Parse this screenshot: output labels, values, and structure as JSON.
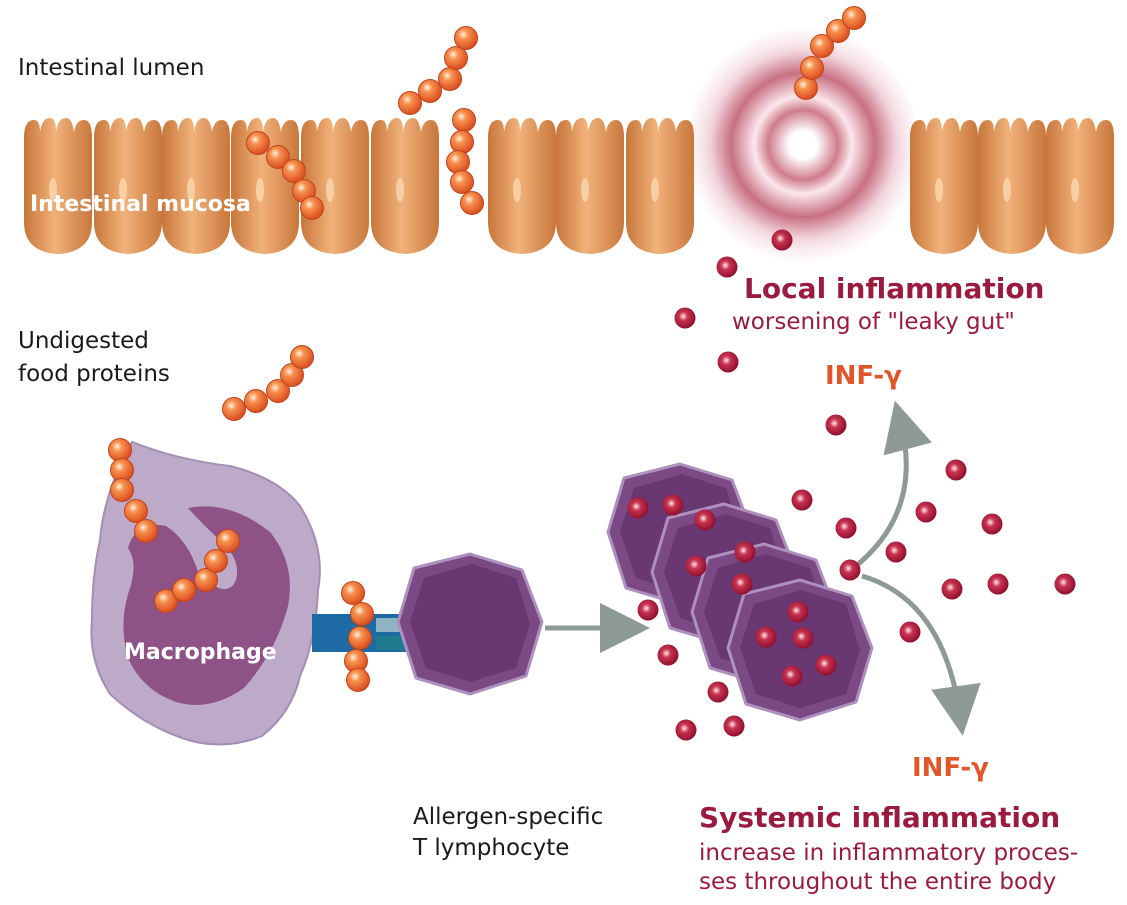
{
  "labels": {
    "lumen": "Intestinal lumen",
    "mucosa": "Intestinal mucosa",
    "undigested_1": "Undigested",
    "undigested_2": "food proteins",
    "macrophage": "Macrophage",
    "tcell_1": "Allergen-specific",
    "tcell_2": "T lymphocyte",
    "local_title": "Local inflammation",
    "local_sub": "worsening of \"leaky gut\"",
    "inf_top": "INF-γ",
    "inf_bottom": "INF-γ",
    "systemic_title": "Systemic inflammation",
    "systemic_sub_1": "increase in inflammatory proces-",
    "systemic_sub_2": "ses throughout the entire body"
  },
  "colors": {
    "mucosa_cell": "#e09a5a",
    "protein_bead": "#ef6a2a",
    "macrophage_outer": "#bcaac8",
    "macrophage_inner": "#8e5286",
    "t_cell": "#74407a",
    "cytokine": "#a8173a",
    "arrow": "#8d9a98",
    "heading": "#9b1b3f",
    "interferon": "#e0552a"
  },
  "icons": [
    "protein-chain-icon",
    "cytokine-dot-icon",
    "macrophage-cell-icon",
    "t-lymphocyte-icon",
    "inflammation-halo-icon"
  ]
}
